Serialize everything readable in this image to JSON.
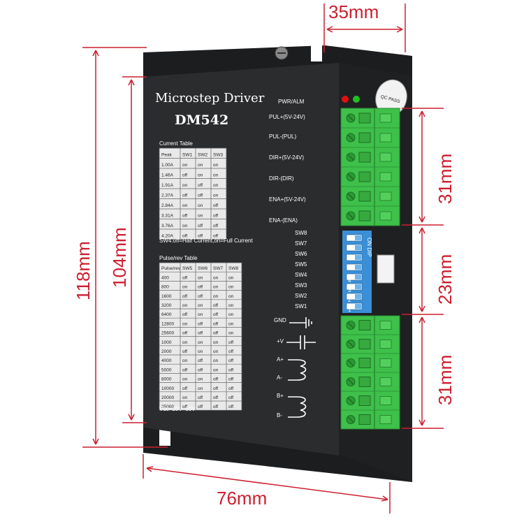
{
  "dimensions": {
    "depth": "35mm",
    "total_height": "118mm",
    "body_height": "104mm",
    "width": "76mm",
    "terminal_top": "31mm",
    "dip_switch": "23mm",
    "terminal_bottom": "31mm"
  },
  "device": {
    "title": "Microstep Driver",
    "model": "DM542",
    "current_table": {
      "title": "Current Table",
      "headers": [
        "Peak",
        "SW1",
        "SW2",
        "SW3"
      ],
      "rows": [
        [
          "1.00A",
          "on",
          "on",
          "on"
        ],
        [
          "1.46A",
          "off",
          "on",
          "on"
        ],
        [
          "1.91A",
          "on",
          "off",
          "on"
        ],
        [
          "2.37A",
          "off",
          "off",
          "on"
        ],
        [
          "2.84A",
          "on",
          "on",
          "off"
        ],
        [
          "3.31A",
          "off",
          "on",
          "off"
        ],
        [
          "3.76A",
          "on",
          "off",
          "off"
        ],
        [
          "4.20A",
          "off",
          "off",
          "off"
        ]
      ],
      "note": "SW4:off=Half Current,on=Full Current"
    },
    "pulse_table": {
      "title": "Pulse/rev Table",
      "headers": [
        "Pulse/rev",
        "SW5",
        "SW6",
        "SW7",
        "SW8"
      ],
      "rows": [
        [
          "400",
          "off",
          "on",
          "on",
          "on"
        ],
        [
          "800",
          "on",
          "off",
          "on",
          "on"
        ],
        [
          "1600",
          "off",
          "off",
          "on",
          "on"
        ],
        [
          "3200",
          "on",
          "on",
          "off",
          "on"
        ],
        [
          "6400",
          "off",
          "on",
          "off",
          "on"
        ],
        [
          "12800",
          "on",
          "off",
          "off",
          "on"
        ],
        [
          "25600",
          "off",
          "off",
          "off",
          "on"
        ],
        [
          "1000",
          "on",
          "on",
          "on",
          "off"
        ],
        [
          "2000",
          "off",
          "on",
          "on",
          "off"
        ],
        [
          "4000",
          "on",
          "off",
          "on",
          "off"
        ],
        [
          "5000",
          "off",
          "off",
          "on",
          "off"
        ],
        [
          "8000",
          "on",
          "on",
          "off",
          "off"
        ],
        [
          "10000",
          "off",
          "on",
          "off",
          "off"
        ],
        [
          "20000",
          "on",
          "off",
          "off",
          "off"
        ],
        [
          "25000",
          "off",
          "off",
          "off",
          "off"
        ]
      ],
      "note": "Vdc=20V~50V"
    },
    "signal_labels": [
      "PWR/ALM",
      "PUL+(5V-24V)",
      "PUL-(PUL)",
      "DIR+(5V-24V)",
      "DIR-(DIR)",
      "ENA+(5V-24V)",
      "ENA-(ENA)"
    ],
    "switch_labels": [
      "SW8",
      "SW7",
      "SW6",
      "SW5",
      "SW4",
      "SW3",
      "SW2",
      "SW1"
    ],
    "power_labels": [
      "GND",
      "+V",
      "A+",
      "A-",
      "B+",
      "B-"
    ],
    "qc_label": "QC PASS",
    "dip_text": "ON DIP",
    "dip_numbers": [
      "1",
      "2",
      "3",
      "4"
    ]
  },
  "colors": {
    "dimension": "#cc1f2f",
    "body": "#2b2c2e",
    "terminal": "#3ec04a",
    "dip": "#3a8fd6",
    "led_red": "#e01010",
    "led_green": "#20c020"
  }
}
